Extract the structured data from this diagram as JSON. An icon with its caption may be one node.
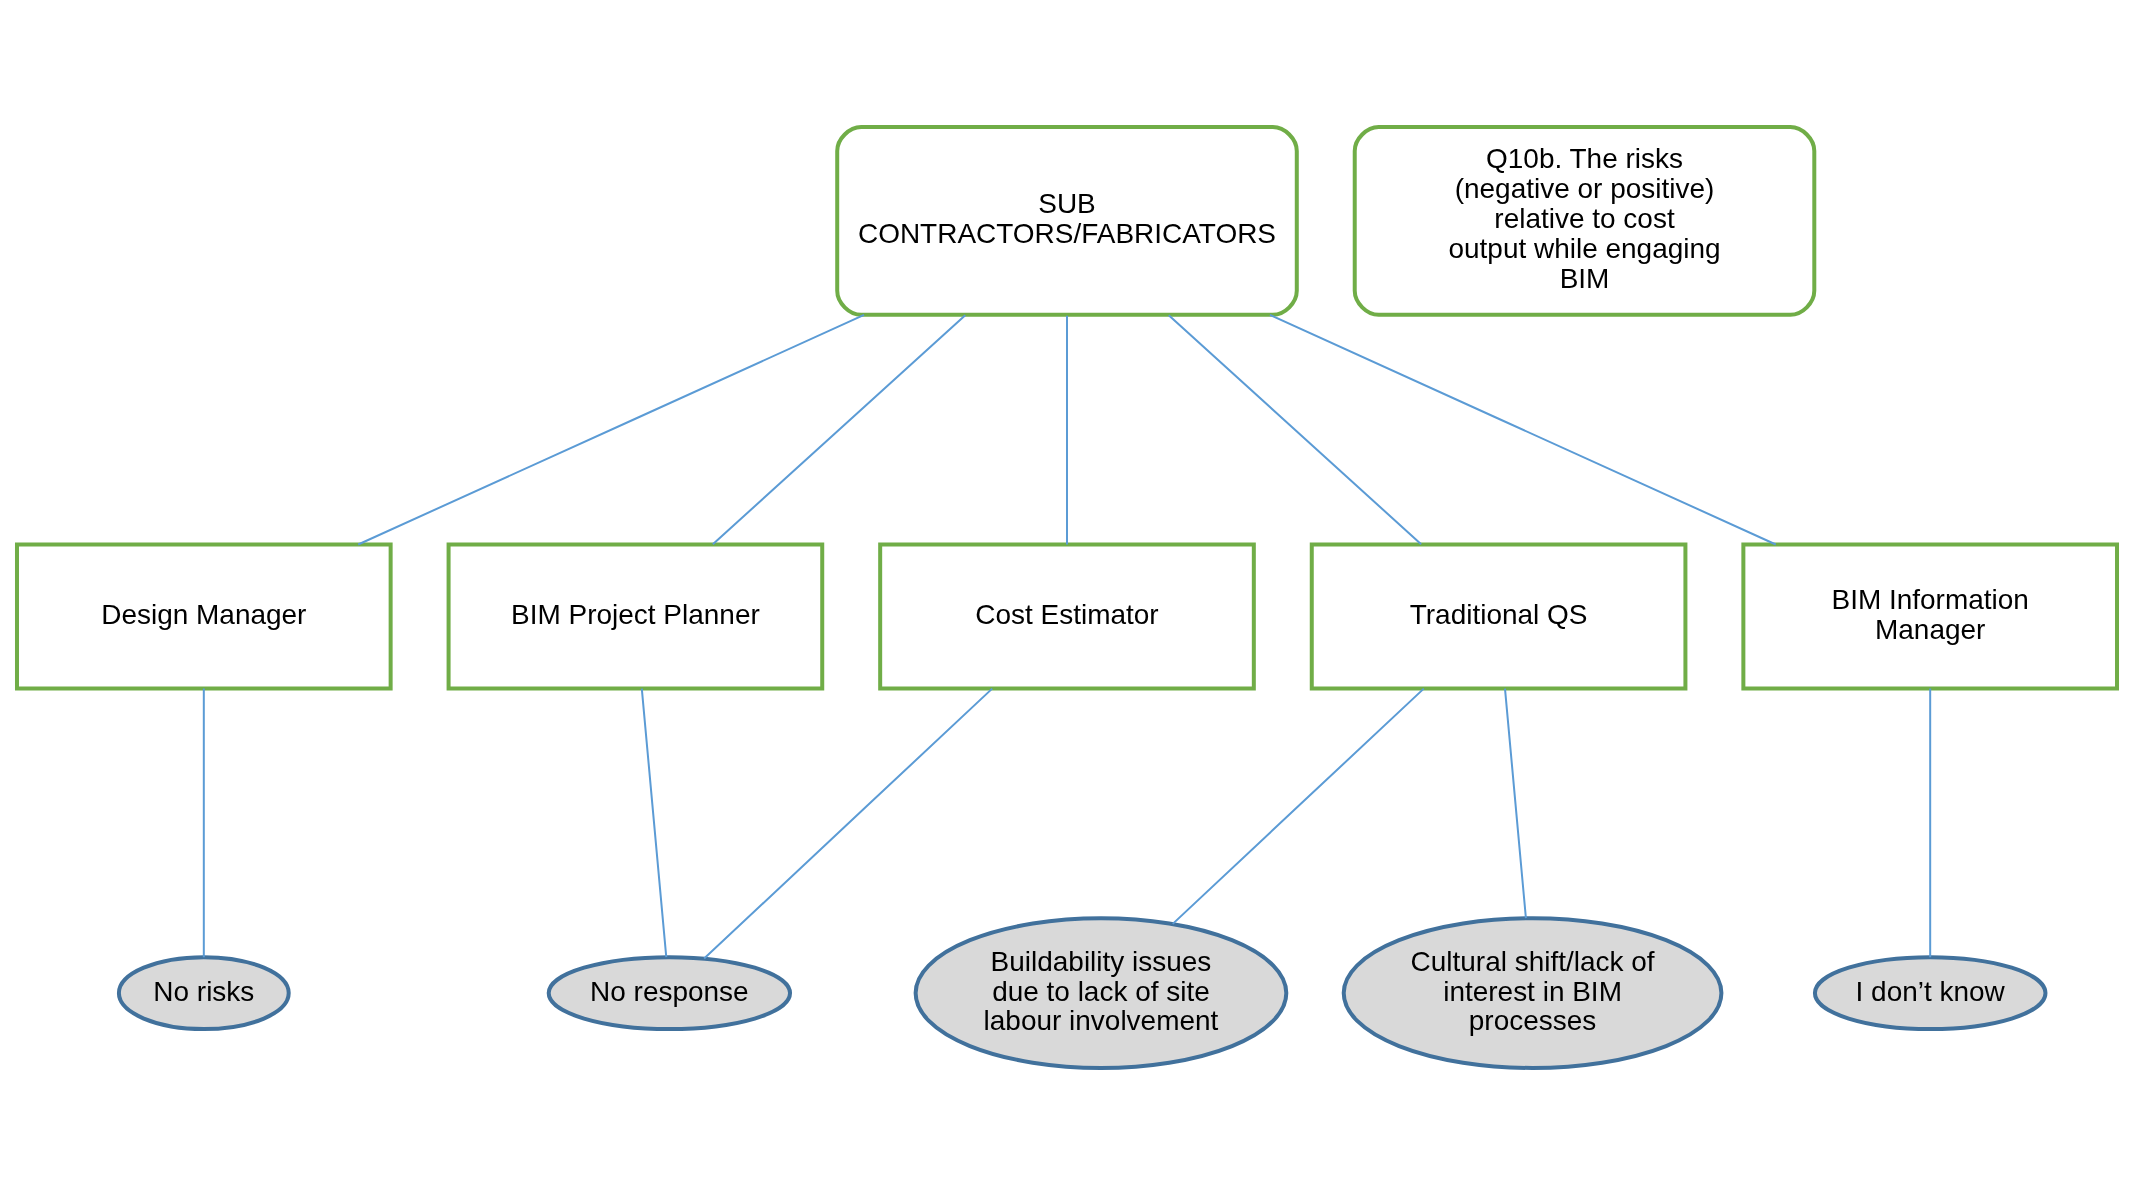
{
  "diagram": {
    "nodes": [
      {
        "text": [
          "SUB CONTRACTORS/FABRICATORS"
        ]
      },
      {
        "text": [
          "Q10b. The risks (negative or positive) relative to cost output while engaging BIM"
        ]
      },
      {
        "text": [
          "Design Manager"
        ]
      },
      {
        "text": [
          "BIM Project Planner"
        ]
      },
      {
        "text": [
          "Traditional QS"
        ]
      },
      {
        "text": [
          "BIM Information Manager"
        ]
      },
      {
        "text": [
          "Cost Estimator"
        ]
      },
      {
        "text": [
          "No risks"
        ]
      },
      {
        "text": [
          "Buildability issues due to lack of site labour involvement"
        ]
      },
      {
        "text": [
          "Cultural shift/lack of interest in BIM processes"
        ]
      },
      {
        "text": [
          "I don’t know"
        ]
      },
      {
        "text": [
          "No response"
        ]
      }
    ],
    "edges": [
      {
        "from": 0,
        "to": 2,
        "arrow": "none"
      },
      {
        "from": 0,
        "to": 3,
        "arrow": "none"
      },
      {
        "from": 0,
        "to": 4,
        "arrow": "none"
      },
      {
        "from": 0,
        "to": 5,
        "arrow": "none"
      },
      {
        "from": 0,
        "to": 6,
        "arrow": "none"
      },
      {
        "from": 2,
        "to": 7,
        "arrow": "none"
      },
      {
        "from": 3,
        "to": 11,
        "arrow": "none"
      },
      {
        "from": 4,
        "to": 8,
        "arrow": "none"
      },
      {
        "from": 4,
        "to": 9,
        "arrow": "none"
      },
      {
        "from": 5,
        "to": 10,
        "arrow": "none"
      },
      {
        "from": 6,
        "to": 11,
        "arrow": "none"
      }
    ]
  }
}
